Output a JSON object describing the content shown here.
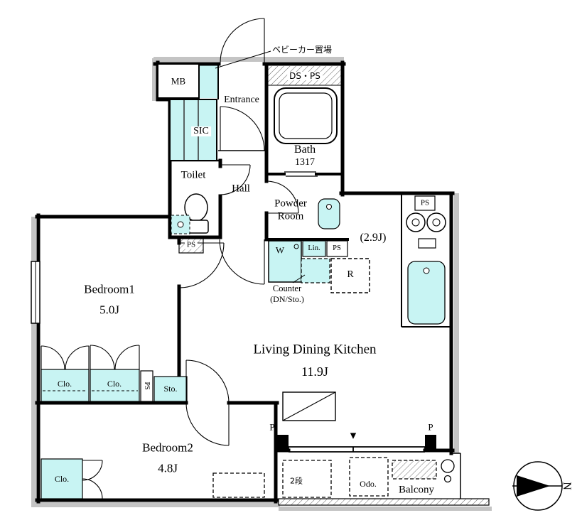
{
  "colors": {
    "highlight": "#c8f4f3",
    "wall": "#000000",
    "shadow": "#c4c4c4"
  },
  "labels": {
    "mb": "MB",
    "stroller": "ベビーカー置場",
    "entrance": "Entrance",
    "sic": "SIC",
    "toilet": "Toilet",
    "hall": "Hall",
    "ds_ps": "DS・PS",
    "bath": "Bath",
    "bath_size": "1317",
    "powder_line1": "Powder",
    "powder_line2": "Room",
    "ps": "PS",
    "washer": "W",
    "linen": "Lin.",
    "fridge": "R",
    "kitchen_size": "(2.9J)",
    "counter_line1": "Counter",
    "counter_line2": "(DN/Sto.)",
    "bedroom1": "Bedroom1",
    "bedroom1_size": "5.0J",
    "ldk": "Living Dining Kitchen",
    "ldk_size": "11.9J",
    "closet": "Clo.",
    "storage": "Sto.",
    "bedroom2": "Bedroom2",
    "bedroom2_size": "4.8J",
    "balcony": "Balcony",
    "odo": "Odo.",
    "two_tier": "2段",
    "pillar": "P",
    "balcony_door_marker": "▼",
    "north": "N"
  }
}
